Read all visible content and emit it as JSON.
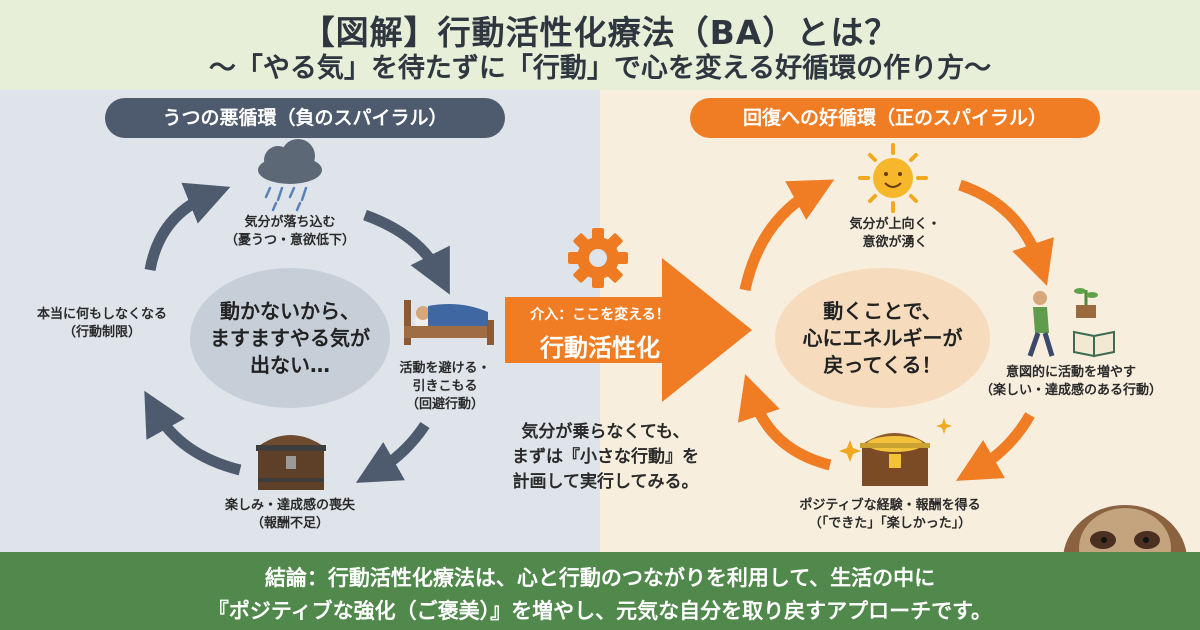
{
  "header": {
    "title": "【図解】行動活性化療法（BA）とは？",
    "subtitle": "～「やる気」を待たずに「行動」で心を変える好循環の作り方～"
  },
  "left_cycle": {
    "heading": "うつの悪循環（負のスパイラル）",
    "center": [
      "動かないから、",
      "ますますやる気が",
      "出ない…"
    ],
    "top": [
      "気分が落ち込む",
      "（憂うつ・意欲低下）"
    ],
    "right": [
      "活動を避ける・",
      "引きこもる",
      "（回避行動）"
    ],
    "bottom": [
      "楽しみ・達成感の喪失",
      "（報酬不足）"
    ],
    "left": [
      "本当に何もしなくなる",
      "（行動制限）"
    ]
  },
  "intervention": {
    "small": "介入：ここを変える！",
    "big": "行動活性化"
  },
  "note": [
    "気分が乗らなくても、",
    "まずは『小さな行動』を",
    "計画して実行してみる。"
  ],
  "right_cycle": {
    "heading": "回復への好循環（正のスパイラル）",
    "center": [
      "動くことで、",
      "心にエネルギーが",
      "戻ってくる！"
    ],
    "top": [
      "気分が上向く・",
      "意欲が湧く"
    ],
    "right": [
      "意図的に活動を増やす",
      "（楽しい・達成感のある行動）"
    ],
    "bottom": [
      "ポジティブな経験・報酬を得る",
      "（「できた」「楽しかった」）"
    ]
  },
  "conclusion": {
    "line1": "結論：行動活性化療法は、心と行動のつながりを利用して、生活の中に",
    "line2": "『ポジティブな強化（ご褒美）』を増やし、元気な自分を取り戻すアプローチです。"
  },
  "icons": [
    "rain-cloud-icon",
    "sleeping-person-icon",
    "empty-chest-icon",
    "gear-icon",
    "sun-icon",
    "walking-person-icon",
    "plant-icon",
    "book-icon",
    "treasure-chest-icon",
    "sparkle-icon",
    "sloth-mascot"
  ],
  "colors": {
    "left_accent": "#4e5b6e",
    "right_accent": "#f07d24",
    "conclusion_bg": "#50894b"
  }
}
